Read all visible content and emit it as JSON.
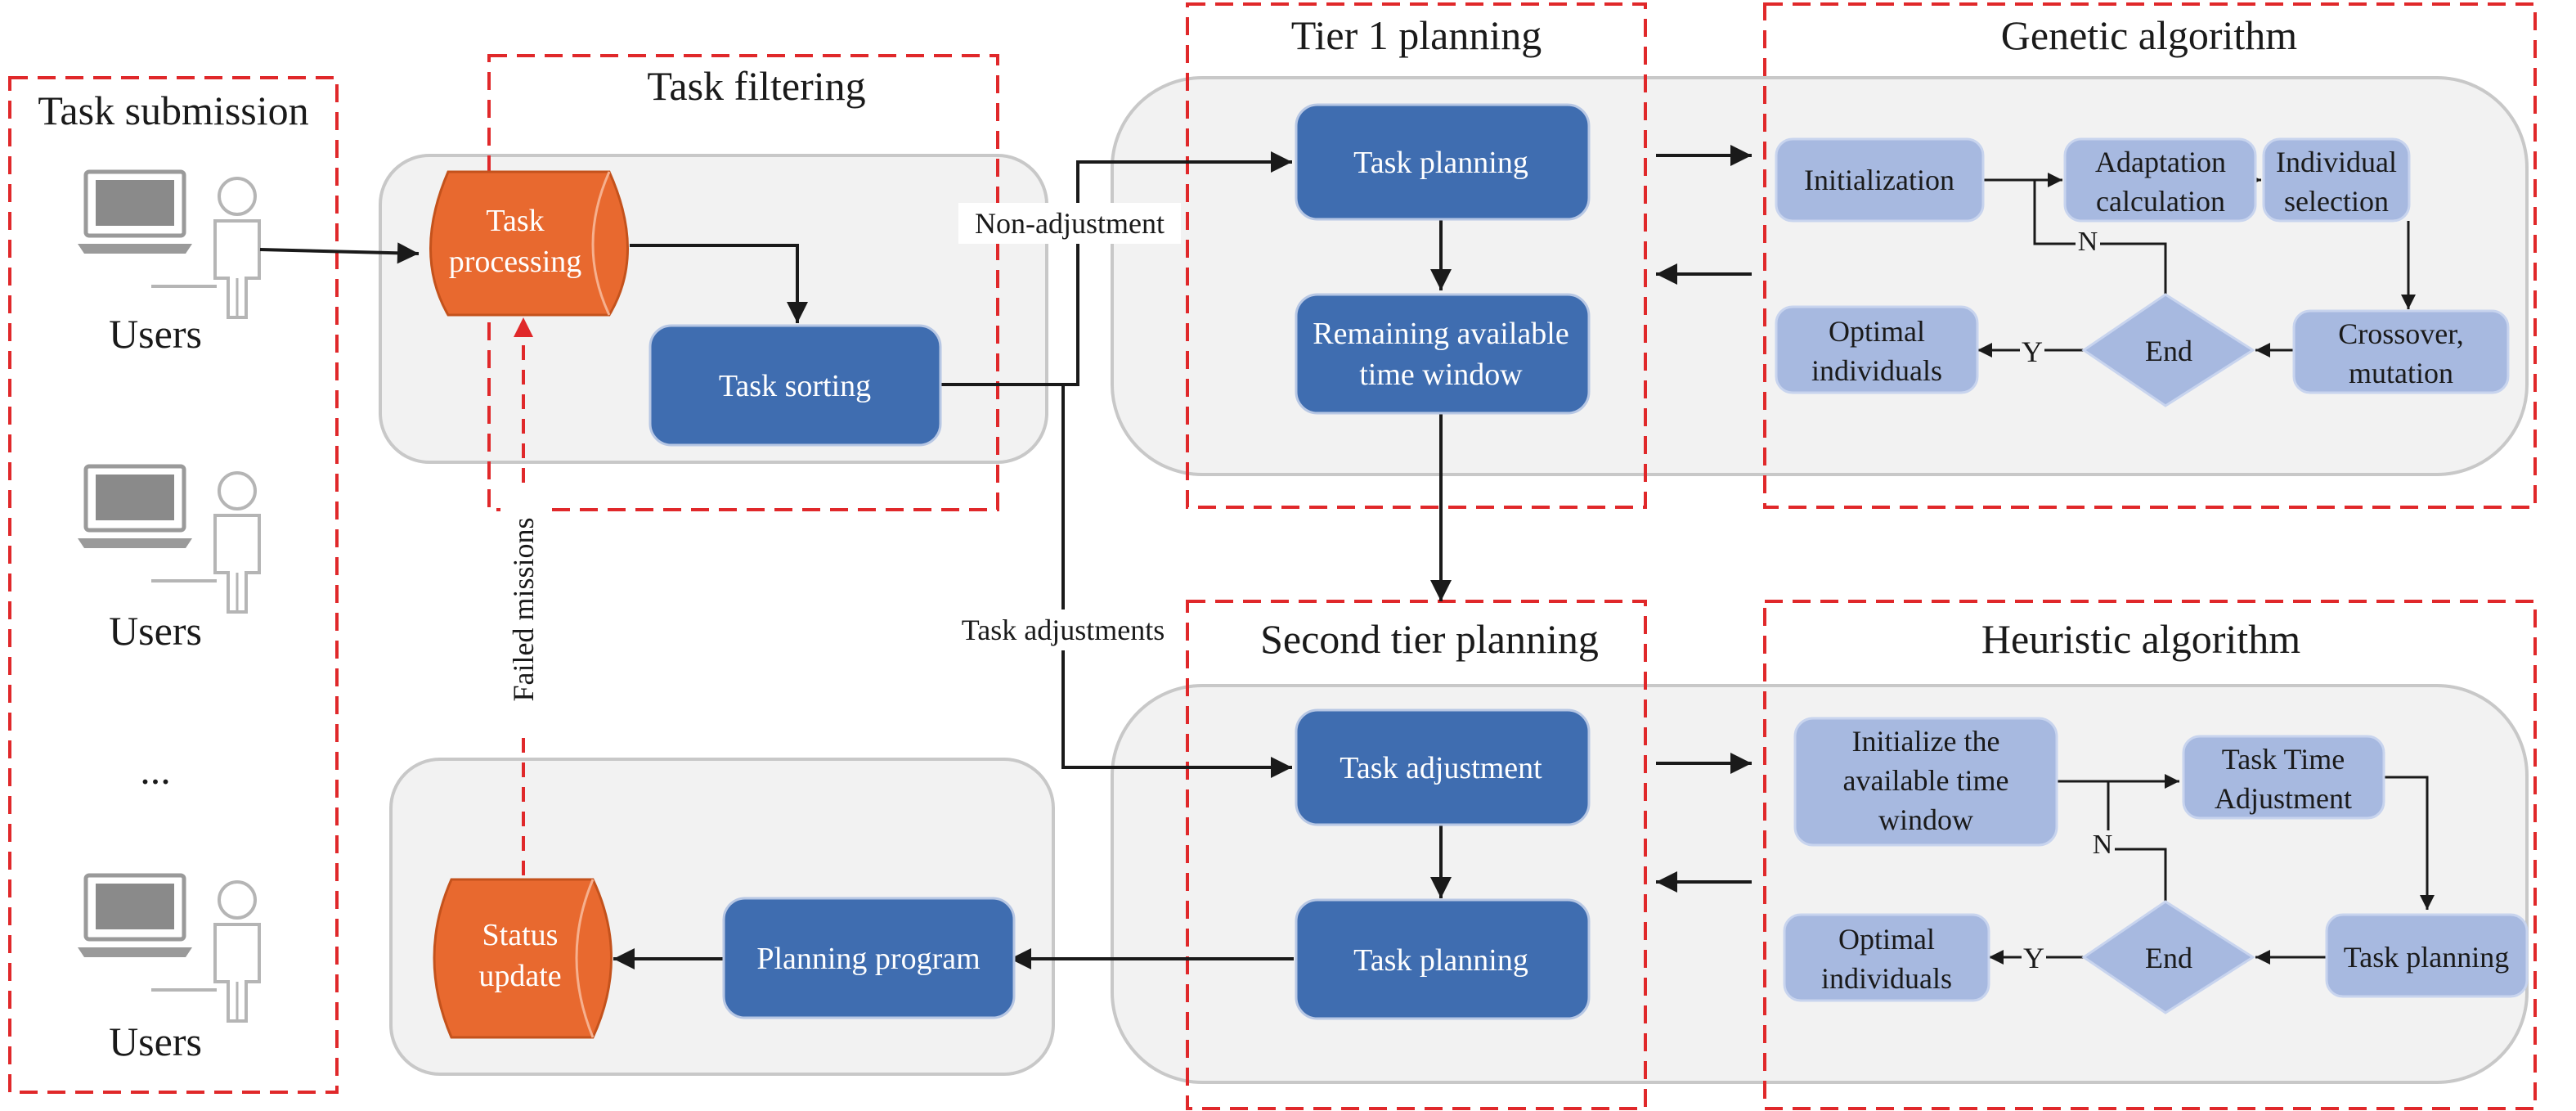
{
  "sections": {
    "task_submission": "Task submission",
    "task_filtering": "Task filtering",
    "tier1_planning": "Tier 1 planning",
    "genetic_algorithm": "Genetic algorithm",
    "second_tier_planning": "Second tier planning",
    "heuristic_algorithm": "Heuristic algorithm"
  },
  "users": {
    "label_1": "Users",
    "label_2": "Users",
    "ellipsis": "...",
    "label_3": "Users"
  },
  "filtering": {
    "task_processing_1": "Task",
    "task_processing_2": "processing",
    "task_sorting": "Task sorting"
  },
  "tier1": {
    "task_planning": "Task planning",
    "remaining_1": "Remaining available",
    "remaining_2": "time window"
  },
  "genetic": {
    "initialization": "Initialization",
    "adaptation_1": "Adaptation",
    "adaptation_2": "calculation",
    "individual_1": "Individual",
    "individual_2": "selection",
    "crossover_1": "Crossover,",
    "crossover_2": "mutation",
    "end": "End",
    "optimal_1": "Optimal",
    "optimal_2": "individuals",
    "yes": "Y",
    "no": "N"
  },
  "tier2": {
    "task_adjustment": "Task adjustment",
    "task_planning": "Task planning"
  },
  "heuristic": {
    "init_1": "Initialize the",
    "init_2": "available time",
    "init_3": "window",
    "time_adj_1": "Task Time",
    "time_adj_2": "Adjustment",
    "task_planning": "Task planning",
    "end": "End",
    "optimal_1": "Optimal",
    "optimal_2": "individuals",
    "yes": "Y",
    "no": "N"
  },
  "status": {
    "status_1": "Status",
    "status_2": "update",
    "planning_program": "Planning program"
  },
  "edge_labels": {
    "non_adjustment": "Non-adjustment",
    "task_adjustments": "Task adjustments",
    "failed_missions": "Failed missions"
  },
  "colors": {
    "dark_blue": "#3f6db0",
    "light_blue": "#a7b9e0",
    "orange": "#e8692f",
    "dashed_red": "#e0282a",
    "panel_gray": "#f2f2f2"
  }
}
